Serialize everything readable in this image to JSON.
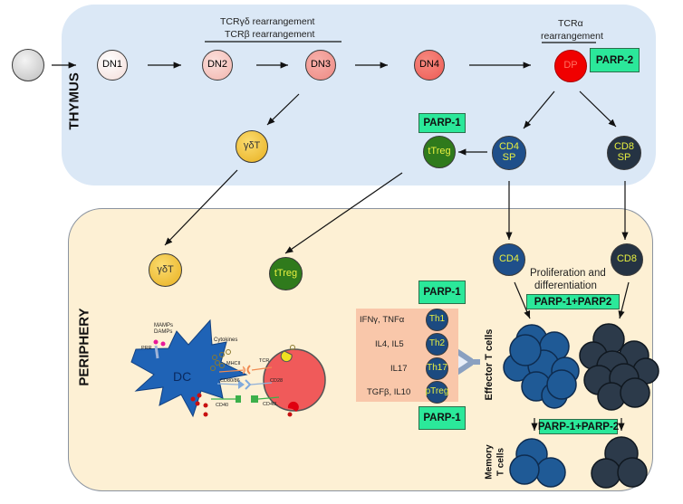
{
  "regions": {
    "thymus": "THYMUS",
    "periphery": "PERIPHERY"
  },
  "thymus": {
    "annotations": {
      "gd_beta_line1": "TCRγδ rearrangement",
      "gd_beta_line2": "TCRβ rearrangement",
      "alpha_line1": "TCRα",
      "alpha_line2": "rearrangement"
    },
    "cells": {
      "progenitor": "",
      "dn1": "DN1",
      "dn2": "DN2",
      "dn3": "DN3",
      "dn4": "DN4",
      "dp": "DP",
      "gdt": "γδT",
      "ttreg": "tTreg",
      "cd4sp_line1": "CD4",
      "cd4sp_line2": "SP",
      "cd8sp_line1": "CD8",
      "cd8sp_line2": "SP"
    },
    "parp_labels": {
      "dp": "PARP-2",
      "ttreg": "PARP-1"
    }
  },
  "periphery": {
    "cells": {
      "gdt": "γδT",
      "ttreg": "tTreg",
      "cd4": "CD4",
      "cd8": "CD8"
    },
    "proliferation_line1": "Proliferation and",
    "proliferation_line2": "differentiation",
    "parp_labels": {
      "proliferation": "PARP-1+PARP2",
      "effector_top": "PARP-1",
      "effector_bottom": "PARP-1",
      "memory": "PARP-1+PARP-2"
    },
    "effector_label": "Effector T cells",
    "memory_label_line1": "Memory",
    "memory_label_line2": "T cells",
    "subsets": [
      {
        "name": "Th1",
        "cytokines": "IFNγ, TNFα"
      },
      {
        "name": "Th2",
        "cytokines": "IL4, IL5"
      },
      {
        "name": "Th17",
        "cytokines": "IL17"
      },
      {
        "name": "pTreg",
        "cytokines": "TGFβ, IL10"
      }
    ],
    "synapse": {
      "dc": "DC",
      "mamps": "MAMPs",
      "damps": "DAMPs",
      "prr": "PRR",
      "cytokines": "Cytokines",
      "mhcii": "MHCII",
      "tcr": "TCR",
      "cd80_86": "CD80/86",
      "cd28": "CD28",
      "cd40": "CD40",
      "cd40l": "CD40L"
    }
  },
  "colors": {
    "thymus_bg": "#dbe8f6",
    "periphery_bg": "#fdf0d4",
    "parp_box": "#2be89a",
    "cd4_blue": "#1f5a96",
    "cd8_dark": "#2c3a4a",
    "treg_green": "#2f7a1c",
    "gdt_yellow": "#f2c540",
    "dp_red": "#f00000",
    "subset_label": "#e8f040"
  }
}
